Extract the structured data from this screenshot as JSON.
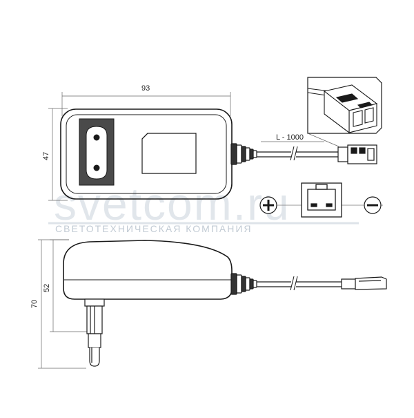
{
  "dimensions": {
    "width_top": "93",
    "height_top": "47",
    "height_side_inner": "52",
    "height_side_outer": "70",
    "cable_length": "L - 1000"
  },
  "watermark": {
    "brand": "svetcom.ru",
    "tagline": "СВЕТОТЕХНИЧЕСКАЯ КОМПАНИЯ"
  },
  "polarity": {
    "positive": "+",
    "negative": "−"
  },
  "colors": {
    "line": "#1a1a1a",
    "thin_line": "#555555",
    "watermark": "#c9d2dc"
  }
}
